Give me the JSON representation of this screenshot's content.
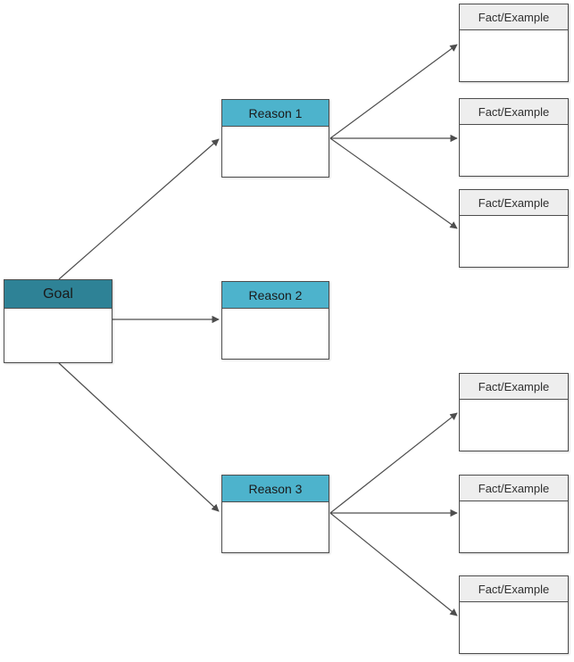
{
  "diagram": {
    "type": "argument-tree",
    "background_color": "#ffffff",
    "edge_color": "#4d4d4d",
    "colors": {
      "goal_header": "#2e8296",
      "reason_header": "#4db3cc",
      "fact_header": "#eeeeee",
      "node_body": "#ffffff",
      "node_border": "#4d4d4d",
      "header_text": "#1a1a1a",
      "fact_header_text": "#303030"
    },
    "nodes": {
      "goal": {
        "label": "Goal"
      },
      "reasons": [
        {
          "label": "Reason 1"
        },
        {
          "label": "Reason 2"
        },
        {
          "label": "Reason 3"
        }
      ],
      "facts": [
        {
          "label": "Fact/Example"
        },
        {
          "label": "Fact/Example"
        },
        {
          "label": "Fact/Example"
        },
        {
          "label": "Fact/Example"
        },
        {
          "label": "Fact/Example"
        },
        {
          "label": "Fact/Example"
        }
      ]
    },
    "edges": [
      {
        "from": "goal",
        "to": "reason-1"
      },
      {
        "from": "goal",
        "to": "reason-2"
      },
      {
        "from": "goal",
        "to": "reason-3"
      },
      {
        "from": "reason-1",
        "to": "fact-1"
      },
      {
        "from": "reason-1",
        "to": "fact-2"
      },
      {
        "from": "reason-1",
        "to": "fact-3"
      },
      {
        "from": "reason-3",
        "to": "fact-4"
      },
      {
        "from": "reason-3",
        "to": "fact-5"
      },
      {
        "from": "reason-3",
        "to": "fact-6"
      }
    ]
  }
}
